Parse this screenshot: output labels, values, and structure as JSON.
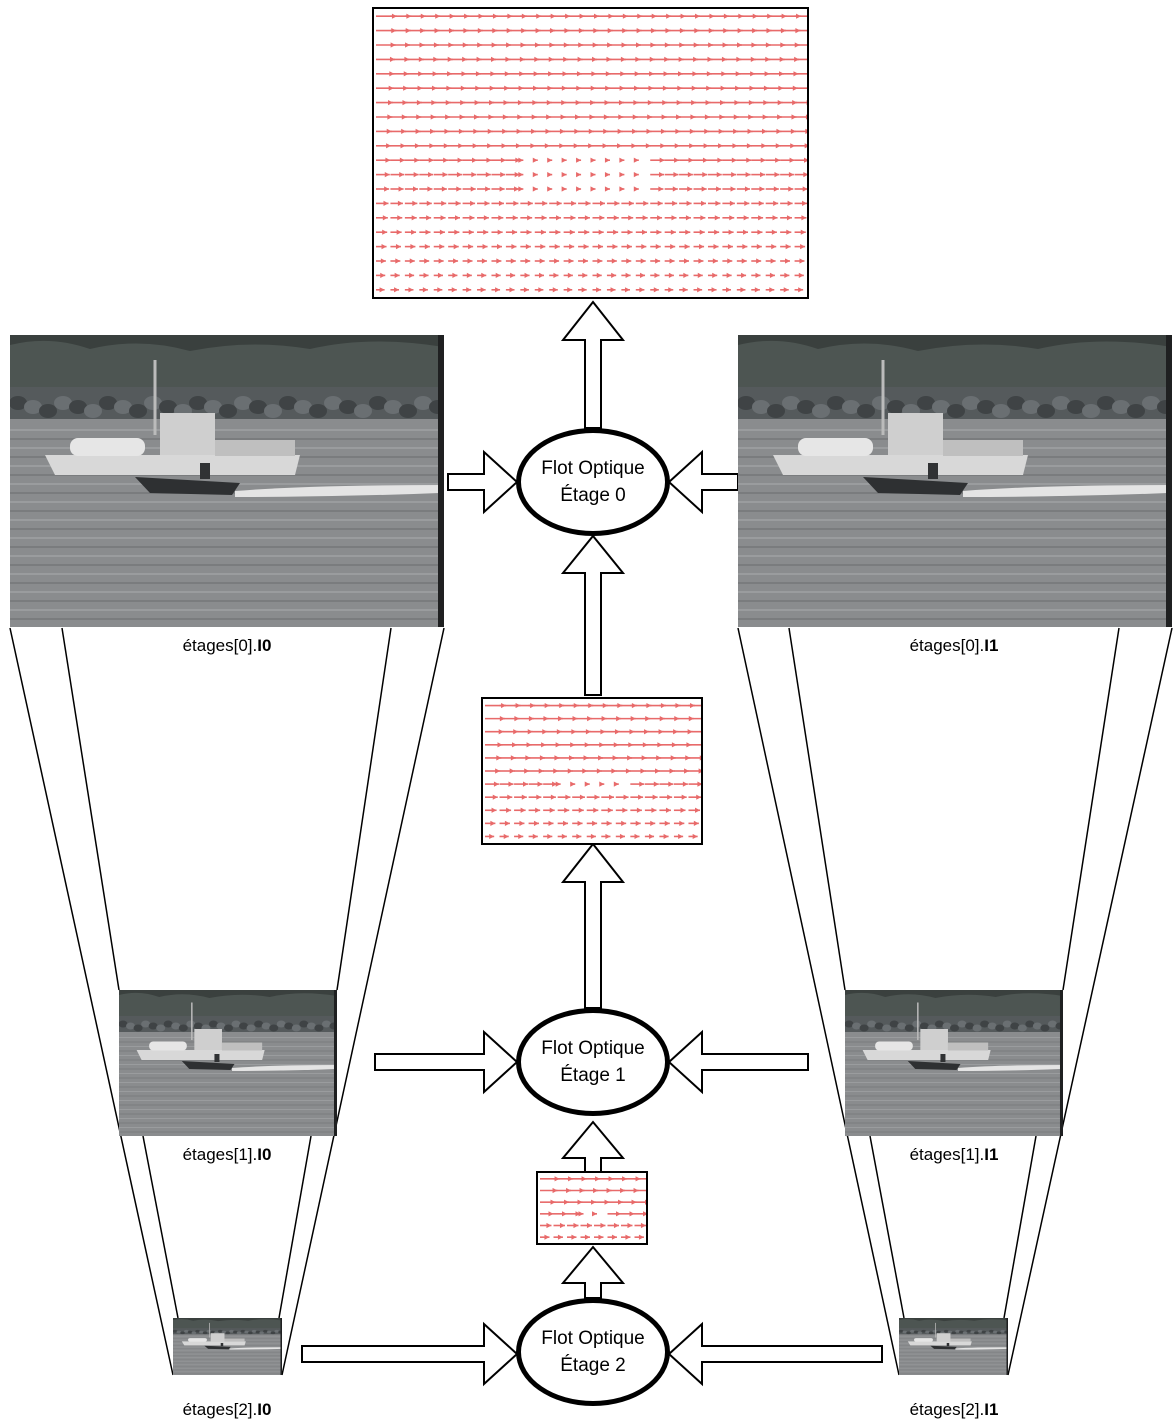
{
  "nodes": [
    {
      "line1": "Flot Optique",
      "line2": "Étage 0"
    },
    {
      "line1": "Flot Optique",
      "line2": "Étage 1"
    },
    {
      "line1": "Flot Optique",
      "line2": "Étage 2"
    }
  ],
  "captions": {
    "s0_i0": {
      "prefix": "étages[0].",
      "suffix": "I0"
    },
    "s0_i1": {
      "prefix": "étages[0].",
      "suffix": "I1"
    },
    "s1_i0": {
      "prefix": "étages[1].",
      "suffix": "I0"
    },
    "s1_i1": {
      "prefix": "étages[1].",
      "suffix": "I1"
    },
    "s2_i0": {
      "prefix": "étages[2].",
      "suffix": "I0"
    },
    "s2_i1": {
      "prefix": "étages[2].",
      "suffix": "I1"
    }
  },
  "colors": {
    "flow_arrow": "#e86a6a",
    "stroke": "#000000",
    "fill": "#ffffff"
  },
  "images": {
    "subject": "grayscale photo of boats on water near a rocky shore"
  }
}
